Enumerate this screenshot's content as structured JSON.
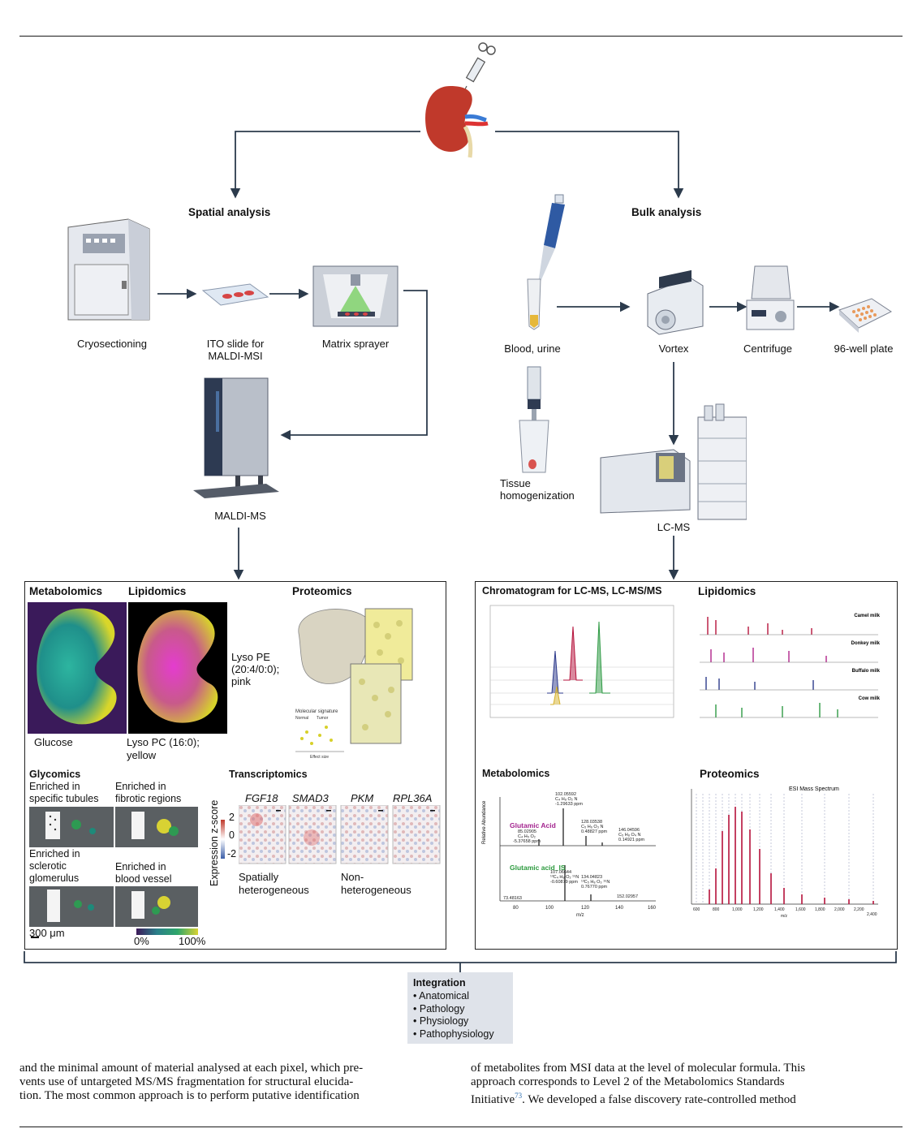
{
  "colors": {
    "arrow": "#2c3b4c",
    "kidney": "#c0392b",
    "spectrum_red": "#b5123b",
    "spectrum_green": "#2e9a44",
    "spectrum_blue": "#2d3a8c",
    "integration_bg": "#dfe3ea",
    "magenta_label": "#a3238e",
    "green_label": "#2c9a3e"
  },
  "branches": {
    "spatial": "Spatial analysis",
    "bulk": "Bulk analysis"
  },
  "spatial_steps": {
    "cryo": "Cryosectioning",
    "ito_1": "ITO slide for",
    "ito_2": "MALDI-MSI",
    "sprayer": "Matrix sprayer",
    "maldi": "MALDI-MS"
  },
  "bulk_steps": {
    "blood": "Blood, urine",
    "tissue_1": "Tissue",
    "tissue_2": "homogenization",
    "vortex": "Vortex",
    "centrifuge": "Centrifuge",
    "plate": "96-well plate",
    "lcms": "LC-MS"
  },
  "left_panel": {
    "metabolomics": "Metabolomics",
    "lipidomics": "Lipidomics",
    "proteomics": "Proteomics",
    "glucose": "Glucose",
    "lyso_pc_1": "Lyso PC (16:0);",
    "lyso_pc_2": "yellow",
    "lyso_pe_1": "Lyso PE",
    "lyso_pe_2": "(20:4/0:0);",
    "lyso_pe_3": "pink",
    "glycomics": "Glycomics",
    "g1_1": "Enriched in",
    "g1_2": "specific tubules",
    "g2_1": "Enriched in",
    "g2_2": "fibrotic regions",
    "g3_1": "Enriched in",
    "g3_2": "sclerotic",
    "g3_3": "glomerulus",
    "g4_1": "Enriched in",
    "g4_2": "blood vessel",
    "scale_bar": "300 μm",
    "cbar_min": "0%",
    "cbar_max": "100%",
    "transcriptomics": "Transcriptomics",
    "genes": [
      "FGF18",
      "SMAD3",
      "PKM",
      "RPL36A"
    ],
    "zscore_axis": "Expression z-score",
    "z_ticks": [
      "2",
      "0",
      "-2"
    ],
    "spatial_1": "Spatially",
    "spatial_2": "heterogeneous",
    "non_1": "Non-",
    "non_2": "heterogeneous",
    "molecular_signature": "Molecular signature",
    "normal": "Normal",
    "tumor": "Tumor",
    "effect_size": "Effect size"
  },
  "right_panel": {
    "chromatogram": "Chromatogram for LC-MS, LC-MS/MS",
    "lipidomics": "Lipidomics",
    "metabolomics": "Metabolomics",
    "proteomics": "Proteomics",
    "milk_labels": [
      "Camel milk",
      "Donkey milk",
      "Buffalo milk",
      "Cow milk"
    ],
    "glutamic": "Glutamic Acid",
    "glutamic_is": "Glutamic acid_IS",
    "peaks": [
      {
        "mz": "102.05592",
        "formula": "C₄ H₈ O₂ N",
        "ppm": "-1.29633 ppm"
      },
      {
        "mz": "85.02905",
        "formula": "C₄ H₅ O₂",
        "ppm": "-5.37658 ppm"
      },
      {
        "mz": "128.03538",
        "formula": "C₅ H₆ O₃ N",
        "ppm": "0.48827 ppm"
      },
      {
        "mz": "146.04596",
        "formula": "C₅ H₈ O₄ N",
        "ppm": "0.14921 ppm"
      },
      {
        "mz": "107.06644",
        "formula": "¹³C₄ H₈ O₂ ¹⁵N",
        "ppm": "-0.60879 ppm"
      },
      {
        "mz": "134.04823",
        "formula": "¹³C₅ H₈ O₃ ¹⁵N",
        "ppm": "0.76770 ppm"
      },
      {
        "mz": "73.48163"
      },
      {
        "mz": "152.02957"
      }
    ],
    "rel_abundance": "Relative Abundance",
    "mz": "m/z",
    "mz_ticks": [
      "80",
      "100",
      "120",
      "140",
      "160"
    ],
    "esi_title": "ESI Mass Spectrum",
    "esi_x_ticks": [
      "600",
      "800",
      "1,000",
      "1,200",
      "1,400",
      "1,600",
      "1,800",
      "2,000",
      "2,200",
      "2,400"
    ]
  },
  "integration": {
    "title": "Integration",
    "items": [
      "Anatomical",
      "Pathology",
      "Physiology",
      "Pathophysiology"
    ]
  },
  "text_left": [
    "and the minimal amount of material analysed at each pixel, which pre-",
    "vents use of untargeted MS/MS fragmentation for structural elucida-",
    "tion. The most common approach is to perform putative identification"
  ],
  "text_right": [
    "of metabolites from MSI data at the level of molecular formula. This",
    "approach corresponds to Level 2 of the Metabolomics Standards"
  ],
  "text_right_last": "Initiative",
  "citation": "73",
  "text_right_tail": ". We developed a false discovery rate-controlled method"
}
